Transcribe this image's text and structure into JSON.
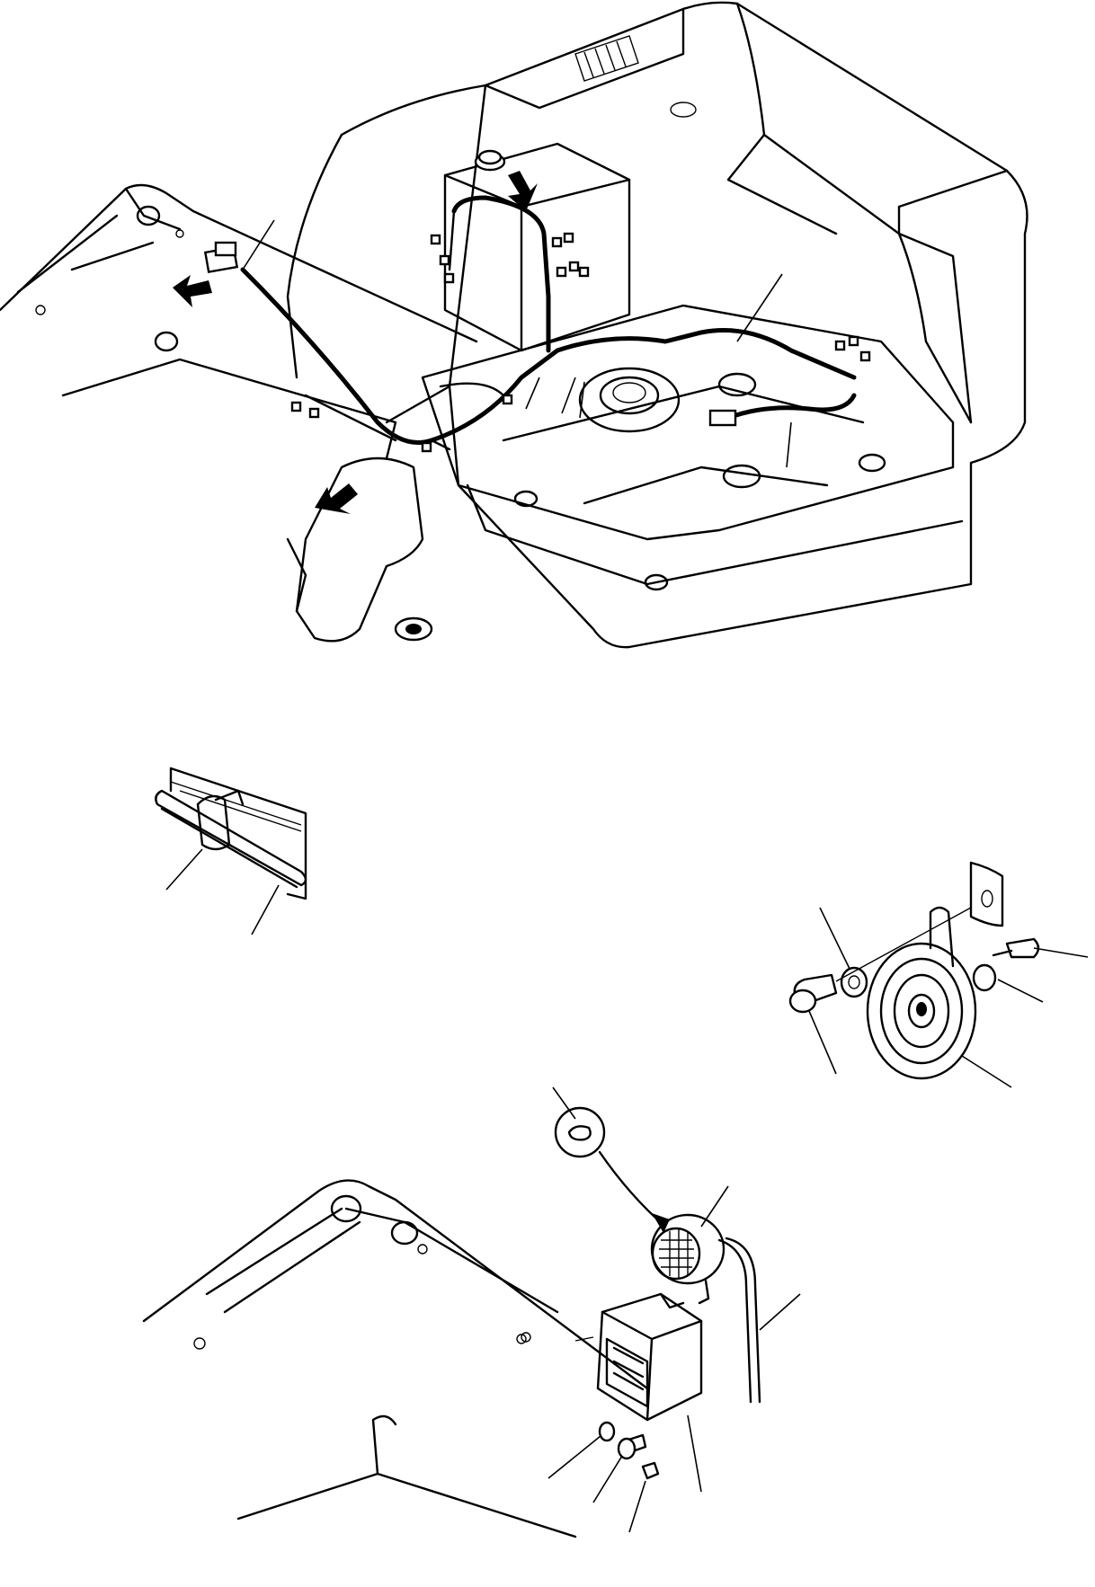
{
  "figure": {
    "view_top": "machine-upper-structure-wiring-harness",
    "view_clamp_detail": "harness-clamp-detail",
    "view_horn": "horn-mounting-exploded",
    "view_lamp": "boom-work-lamp-mounting-exploded"
  }
}
